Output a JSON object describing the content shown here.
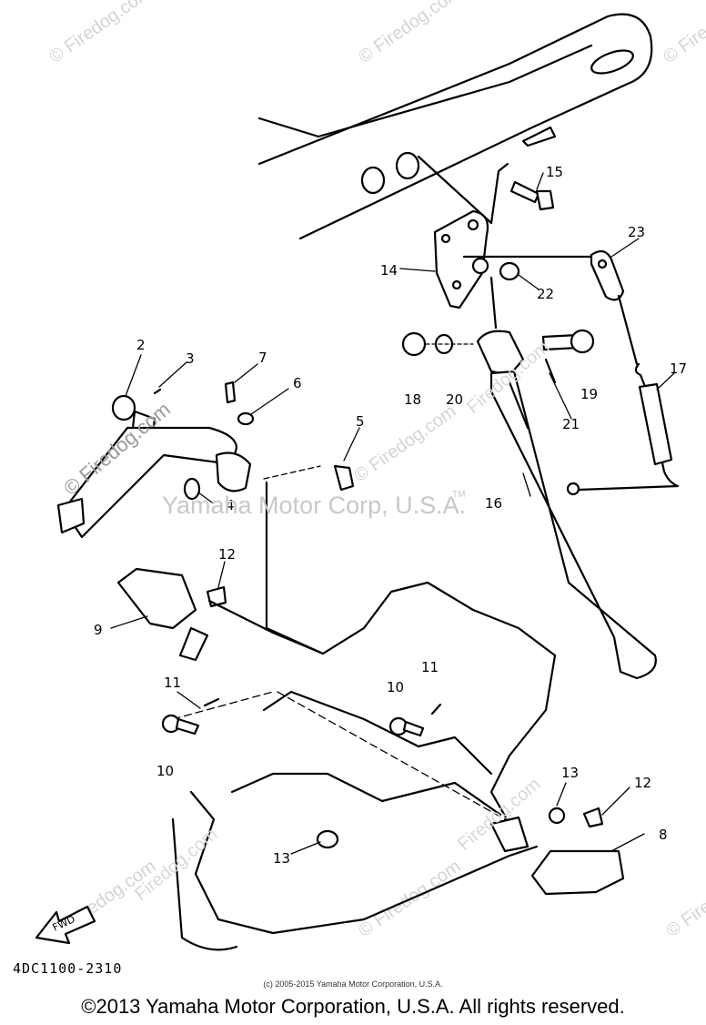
{
  "watermark": {
    "site": "Firedog.com",
    "corner_mark": "© Firedog.com",
    "center": "Yamaha Motor Corp, U.S.A.",
    "tm": "TM"
  },
  "callouts": {
    "c2": "2",
    "c3": "3",
    "c4": "4",
    "c5": "5",
    "c6": "6",
    "c7": "7",
    "c8": "8",
    "c9": "9",
    "c10a": "10",
    "c10b": "10",
    "c11a": "11",
    "c11b": "11",
    "c12a": "12",
    "c12b": "12",
    "c13a": "13",
    "c13b": "13",
    "c14": "14",
    "c15": "15",
    "c16": "16",
    "c17": "17",
    "c18": "18",
    "c19": "19",
    "c20": "20",
    "c21": "21",
    "c22": "22",
    "c23": "23"
  },
  "fwd_arrow": "FWD",
  "ref_code": "4DC1100-2310",
  "fine_print": "(c) 2005-2015 Yamaha Motor Corporation, U.S.A.",
  "copyright": "©2013 Yamaha Motor Corporation, U.S.A. All rights reserved."
}
